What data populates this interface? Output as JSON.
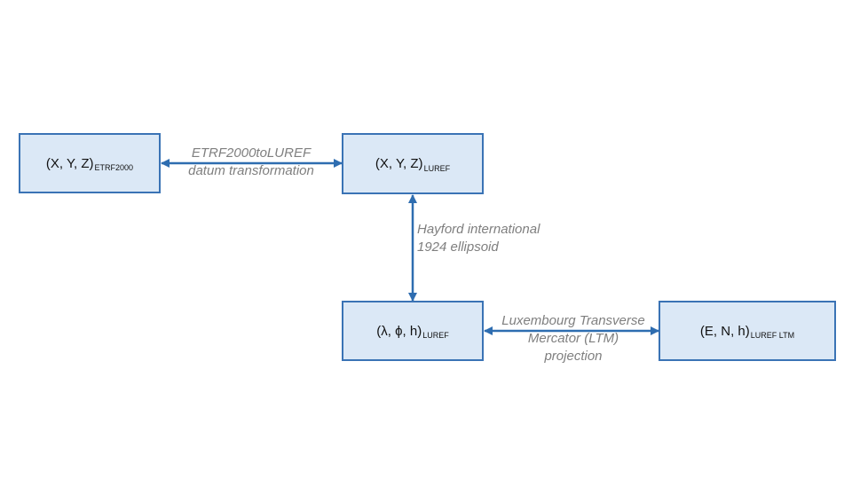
{
  "colors": {
    "node_fill": "#dbe8f6",
    "node_border": "#3a73b5",
    "arrow": "#2e6db0",
    "label_text": "#7f7f7f"
  },
  "nodes": {
    "etrf2000": {
      "main": "(X, Y, Z)",
      "sub": "ETRF2000"
    },
    "luref_xyz": {
      "main": "(X, Y, Z)",
      "sub": "LUREF"
    },
    "luref_geo": {
      "main": "(λ, ϕ, h)",
      "sub": "LUREF"
    },
    "luref_ltm": {
      "main": "(E, N, h)",
      "sub": "LUREF LTM"
    }
  },
  "edges": {
    "datum": {
      "line1": "ETRF2000toLUREF",
      "line2": "datum transformation"
    },
    "ellipsoid": {
      "line1": "Hayford international",
      "line2": "1924 ellipsoid"
    },
    "projection": {
      "line1": "Luxembourg Transverse",
      "line2": "Mercator (LTM)",
      "line3": "projection"
    }
  }
}
